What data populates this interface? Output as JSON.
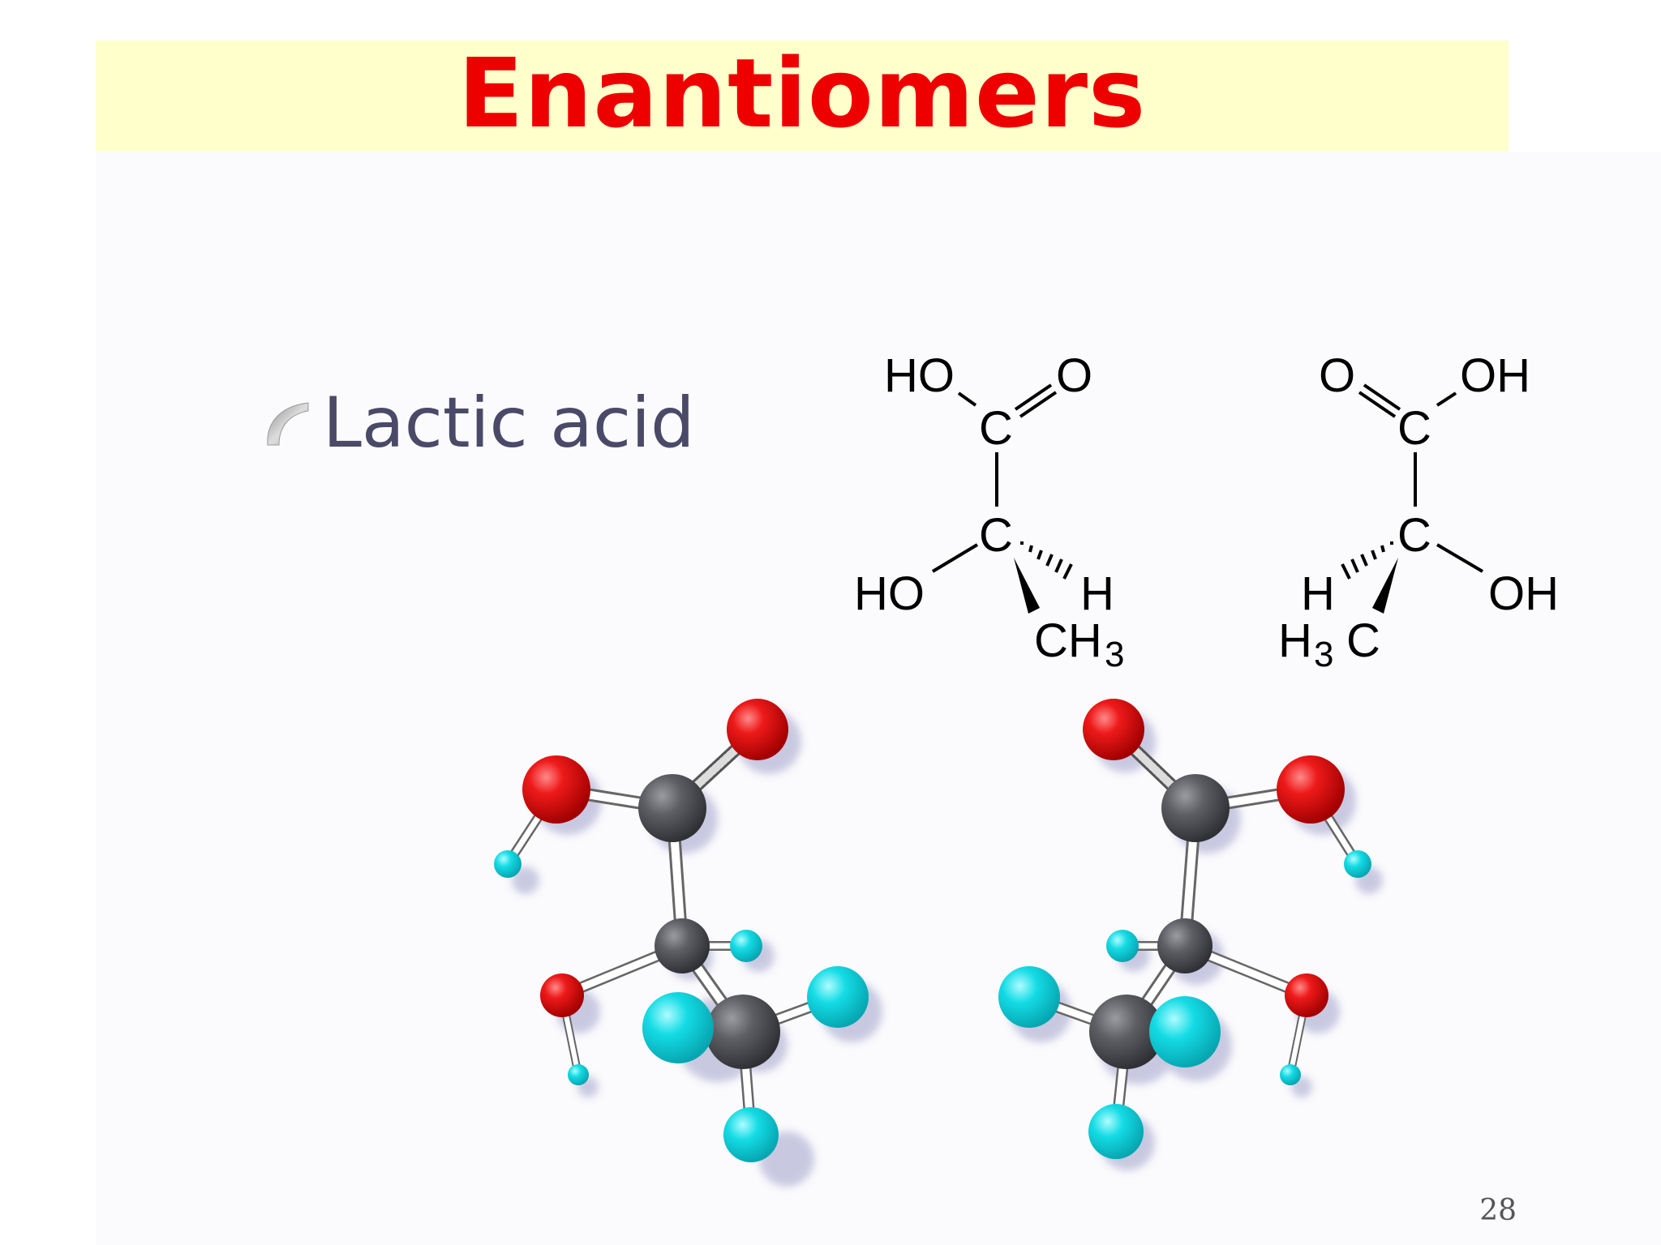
{
  "slide": {
    "title": "Enantiomers",
    "bullet": {
      "icon": "curved-swoosh-bullet-icon",
      "text": "Lactic acid"
    },
    "page_number": "28"
  },
  "structures": {
    "left": {
      "top_left": "HO",
      "top_right": "O",
      "carboxyl_carbon": "C",
      "chiral_carbon": "C",
      "left_group": "HO",
      "right_group": "H",
      "methyl": "CH",
      "methyl_subscript": "3"
    },
    "right": {
      "top_left": "O",
      "top_right": "OH",
      "carboxyl_carbon": "C",
      "chiral_carbon": "C",
      "left_group": "H",
      "right_group": "OH",
      "methyl_h": "H",
      "methyl_subscript": "3",
      "methyl_c": "C"
    }
  },
  "colors": {
    "title": "#ee0000",
    "title_band": "#ffffcc",
    "bullet_text": "#4a4a68",
    "oxygen": "#e01010",
    "carbon": "#55575c",
    "hydrogen": "#10d8e0"
  }
}
